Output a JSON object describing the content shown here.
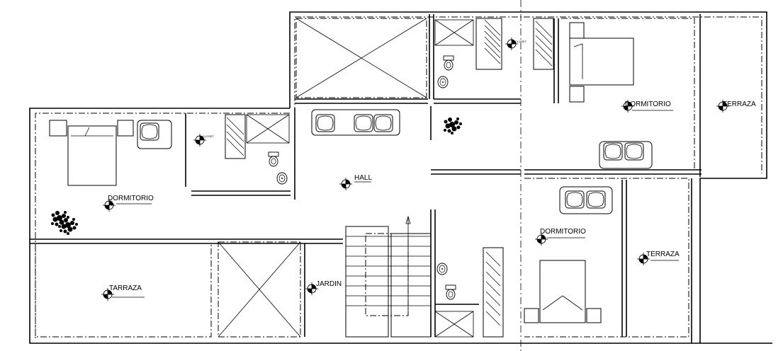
{
  "labels": {
    "dormitorio_left": "DORMITORIO",
    "dormitorio_top_right": "DORMITORIO",
    "dormitorio_bottom_right": "DORMITORIO",
    "hall": "HALL",
    "terraza_right_top": "TERRAZA",
    "terraza_right_bottom": "TERRAZA",
    "tarraza_left": "TARRAZA",
    "jardin": "JARDIN",
    "closet_left": "CLOSET",
    "closet_top": "CLOSET"
  },
  "icons": [
    "level-marker-icon",
    "toilet-icon",
    "sink-icon",
    "tree-icon",
    "sofa-icon",
    "bed-icon",
    "stair-arrow-icon"
  ]
}
